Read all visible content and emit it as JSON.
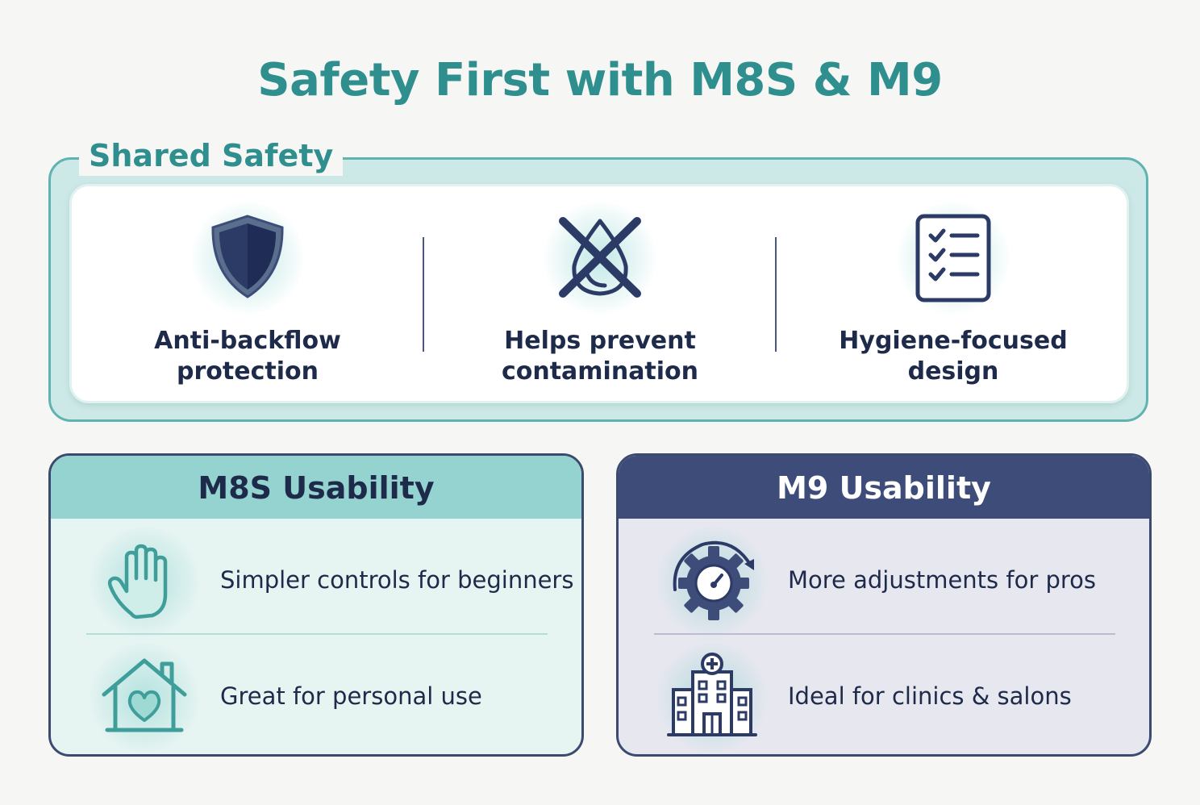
{
  "title": "Safety First with M8S & M9",
  "shared": {
    "heading": "Shared Safety",
    "features": [
      {
        "icon": "shield-icon",
        "line1": "Anti-backflow",
        "line2": "protection"
      },
      {
        "icon": "crossed-droplet-icon",
        "line1": "Helps prevent",
        "line2": "contamination"
      },
      {
        "icon": "checklist-icon",
        "line1": "Hygiene-focused",
        "line2": "design"
      }
    ]
  },
  "m8s": {
    "heading": "M8S Usability",
    "items": [
      {
        "icon": "hand-icon",
        "text": "Simpler controls for beginners"
      },
      {
        "icon": "house-heart-icon",
        "text": "Great for personal use"
      }
    ]
  },
  "m9": {
    "heading": "M9 Usability",
    "items": [
      {
        "icon": "gear-gauge-icon",
        "text": "More adjustments for pros"
      },
      {
        "icon": "clinic-building-icon",
        "text": "Ideal for clinics & salons"
      }
    ]
  },
  "colors": {
    "teal": "#2f8f8f",
    "navy": "#3d4c78",
    "text": "#1e2a4a",
    "teal_header": "#94d3cf"
  }
}
